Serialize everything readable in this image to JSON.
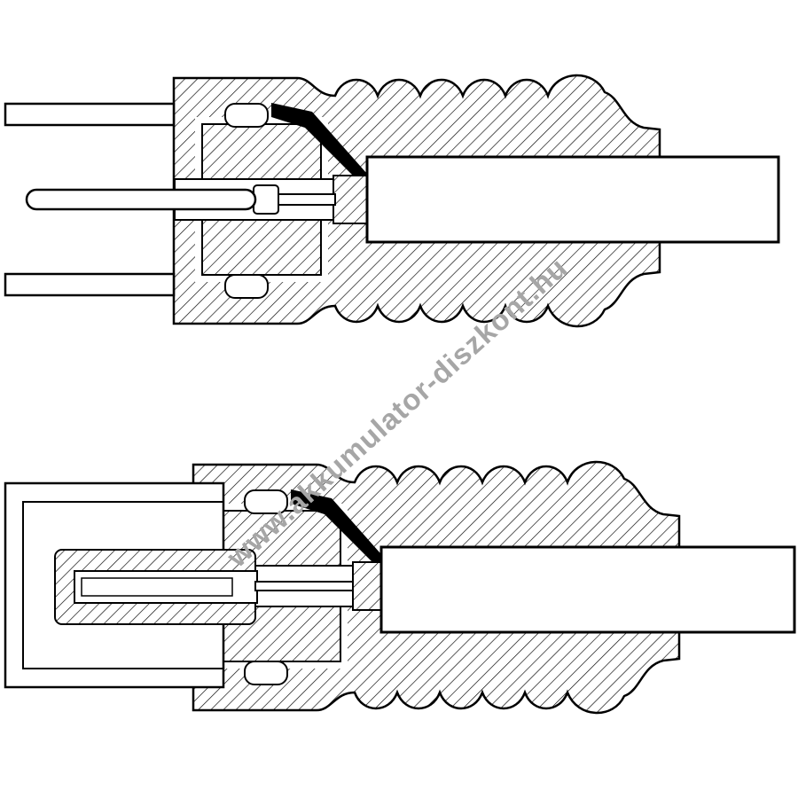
{
  "page": {
    "background_color": "#ffffff",
    "line_color": "#000000"
  },
  "watermark": {
    "text": "www.akkumulator-diszkont.hu",
    "color": "#a6a6a6"
  },
  "figure": {
    "kind": "technical-cross-section-drawing",
    "top_diagram": "male-coax-plug-cross-section",
    "bottom_diagram": "female-coax-socket-cross-section"
  }
}
